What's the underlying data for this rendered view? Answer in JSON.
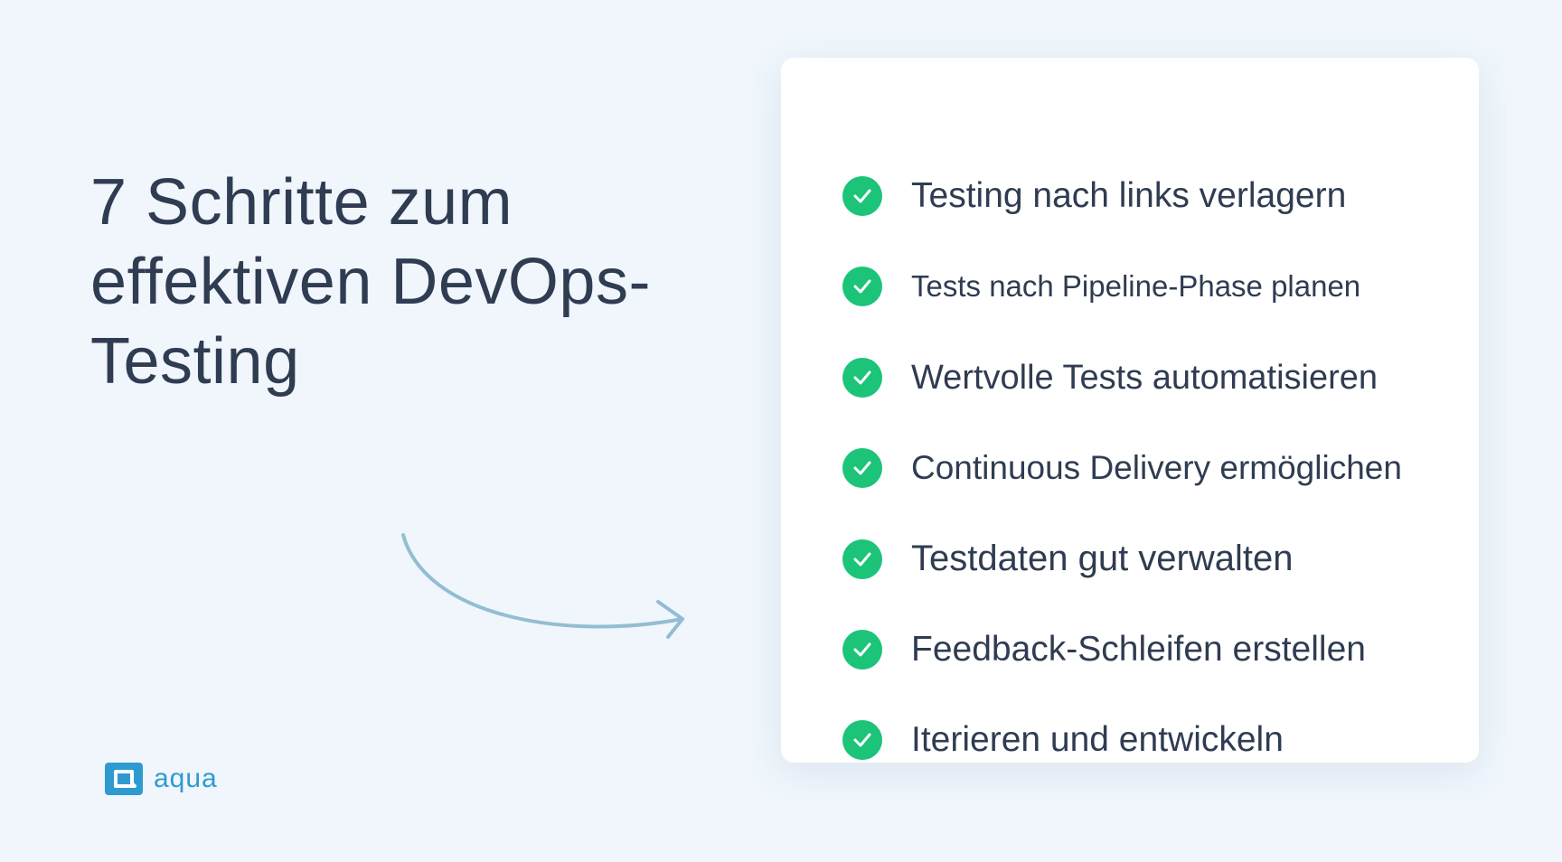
{
  "title": {
    "lines": [
      "7 Schritte zum",
      "effektiven DevOps-",
      "Testing"
    ]
  },
  "steps": [
    "Testing nach links verlagern",
    "Tests nach Pipeline-Phase planen",
    "Wertvolle Tests automatisieren",
    "Continuous Delivery ermöglichen",
    "Testdaten gut verwalten",
    "Feedback-Schleifen erstellen",
    "Iterieren und entwickeln"
  ],
  "logo": {
    "text": "aqua"
  },
  "colors": {
    "background": "#f0f6fc",
    "check": "#1cc47a",
    "text": "#2f3c51",
    "brand": "#2e9bd0",
    "arrow": "#93bdd2"
  }
}
